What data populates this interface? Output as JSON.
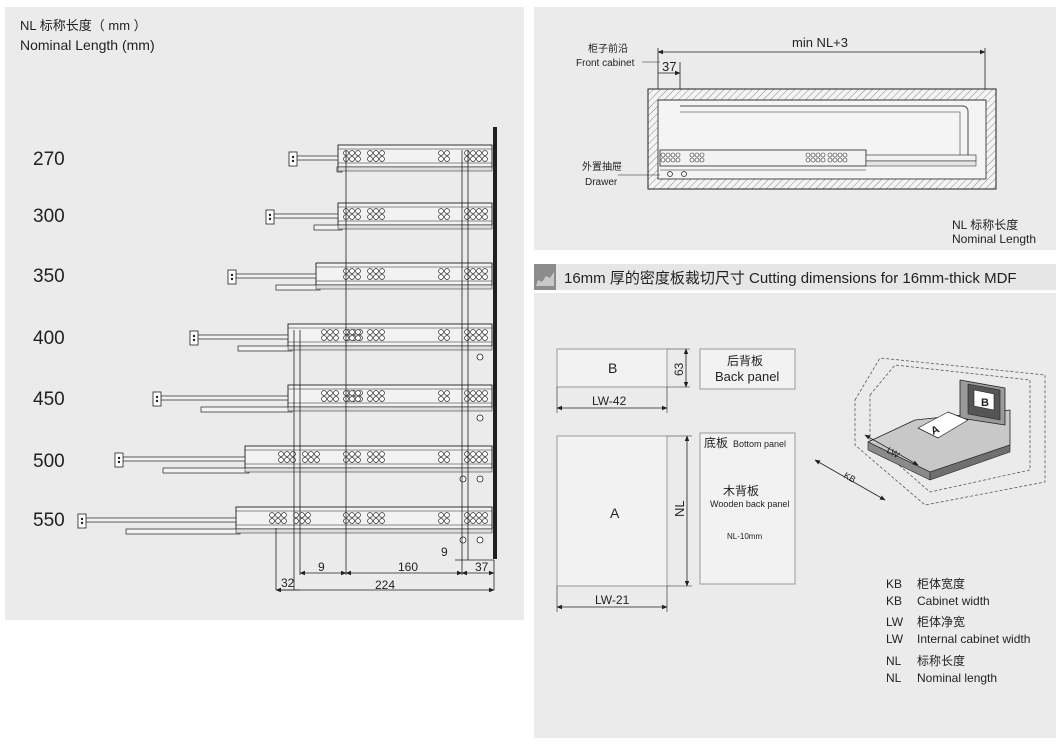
{
  "left_panel": {
    "title_cn": "NL 标称长度（ mm ）",
    "title_en": "Nominal Length (mm)",
    "rows": [
      {
        "label": "270"
      },
      {
        "label": "300"
      },
      {
        "label": "350"
      },
      {
        "label": "400"
      },
      {
        "label": "450"
      },
      {
        "label": "500"
      },
      {
        "label": "550"
      }
    ],
    "dimensions": {
      "d32": "32",
      "d9a": "9",
      "d160": "160",
      "d9b": "9",
      "d37": "37",
      "d224": "224"
    }
  },
  "top_right": {
    "front_cabinet_cn": "柜子前沿",
    "front_cabinet_en": "Front cabinet",
    "min_nl": "min NL+3",
    "dim37": "37",
    "drawer_cn": "外置抽屉",
    "drawer_en": "Drawer",
    "nl_cn": "NL 标称长度",
    "nl_en": "Nominal Length"
  },
  "banner": {
    "text": "16mm 厚的密度板裁切尺寸  Cutting dimensions for 16mm-thick MDF"
  },
  "bottom_right": {
    "panel_b_label": "B",
    "dim_63": "63",
    "back_panel_cn": "后背板",
    "back_panel_en": "Back panel",
    "lw42": "LW-42",
    "panel_a_label": "A",
    "nl_label": "NL",
    "bottom_panel_cn": "底板",
    "bottom_panel_en": "Bottom panel",
    "wooden_back_cn": "木背板",
    "wooden_back_en": "Wooden back panel",
    "nl_minus": "NL-10mm",
    "lw21": "LW-21",
    "iso_a": "A",
    "iso_b": "B",
    "iso_lw": "LW",
    "iso_kb": "KB",
    "legend": [
      {
        "abbr": "KB",
        "cn": "柜体宽度",
        "en": "Cabinet width"
      },
      {
        "abbr": "LW",
        "cn": "柜体净宽",
        "en": "Internal cabinet width"
      },
      {
        "abbr": "NL",
        "cn": "标称长度",
        "en": "Nominal length"
      }
    ]
  }
}
